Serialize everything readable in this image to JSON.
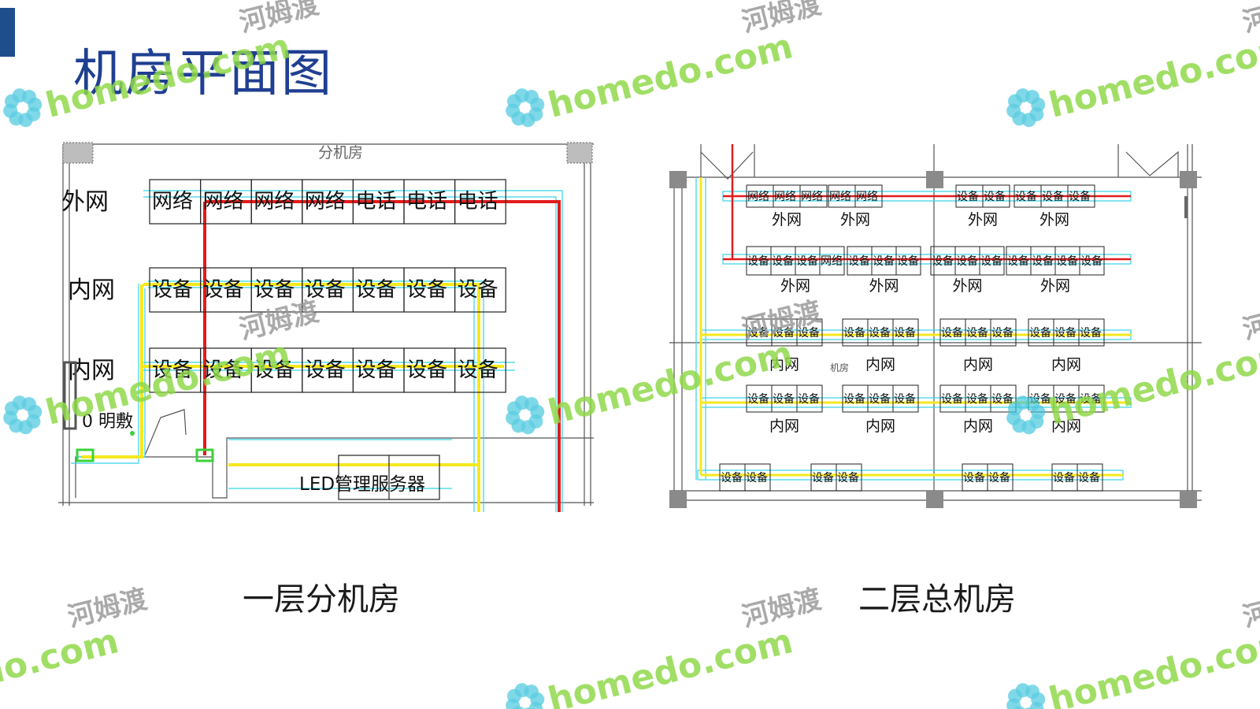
{
  "slide": {
    "title": "机房平面图",
    "accent_color": "#1f4e8c",
    "title_color": "#1f3f91"
  },
  "captions": {
    "left": "一层分机房",
    "right": "二层总机房"
  },
  "plan1": {
    "room_label": "分机房",
    "row_labels": [
      "外网",
      "内网",
      "内网"
    ],
    "row1_cells": [
      "网络",
      "网络",
      "网络",
      "网络",
      "电话",
      "电话",
      "电话"
    ],
    "row2_cells": [
      "设备",
      "设备",
      "设备",
      "设备",
      "设备",
      "设备",
      "设备"
    ],
    "row3_cells": [
      "设备",
      "设备",
      "设备",
      "设备",
      "设备",
      "设备",
      "设备"
    ],
    "note": "0 明敷",
    "server_label": "LED管理服务器"
  },
  "plan2": {
    "row1_groups": [
      {
        "cells": [
          "网络",
          "网络",
          "网络"
        ],
        "label": "外网"
      },
      {
        "cells": [
          "网络",
          "网络"
        ],
        "label": "外网"
      },
      {
        "cells": [
          "设备",
          "设备"
        ],
        "label": "外网"
      },
      {
        "cells": [
          "设备",
          "设备",
          "设备"
        ],
        "label": "外网"
      }
    ],
    "row2_groups": [
      {
        "cells": [
          "设备",
          "设备",
          "设备",
          "网络"
        ],
        "label": "外网"
      },
      {
        "cells": [
          "设备",
          "设备",
          "设备"
        ],
        "label": "外网"
      },
      {
        "cells": [
          "设备",
          "设备",
          "设备"
        ],
        "label": "外网"
      },
      {
        "cells": [
          "设备",
          "设备",
          "设备",
          "设备"
        ],
        "label": "外网"
      }
    ],
    "row3_groups": [
      {
        "cells": [
          "设备",
          "设备",
          "设备"
        ],
        "label": "内网"
      },
      {
        "cells": [
          "设备",
          "设备",
          "设备"
        ],
        "label": "内网"
      },
      {
        "cells": [
          "设备",
          "设备",
          "设备"
        ],
        "label": "内网"
      },
      {
        "cells": [
          "设备",
          "设备",
          "设备"
        ],
        "label": "内网"
      }
    ],
    "row4_groups": [
      {
        "cells": [
          "设备",
          "设备",
          "设备"
        ],
        "label": "内网"
      },
      {
        "cells": [
          "设备",
          "设备",
          "设备"
        ],
        "label": "内网"
      },
      {
        "cells": [
          "设备",
          "设备",
          "设备"
        ],
        "label": "内网"
      },
      {
        "cells": [
          "设备",
          "设备",
          "设备"
        ],
        "label": "内网"
      }
    ],
    "row5_groups": [
      {
        "cells": [
          "设备",
          "设备"
        ]
      },
      {
        "cells": [
          "设备",
          "设备"
        ]
      },
      {
        "cells": [
          "设备",
          "设备"
        ]
      },
      {
        "cells": [
          "设备",
          "设备"
        ]
      }
    ],
    "room_mark": "机房"
  },
  "watermark": {
    "brand": "homedo.com",
    "cn": "河姆渡",
    "color": "#8fd94a",
    "flower_color": "#41c4dc"
  }
}
